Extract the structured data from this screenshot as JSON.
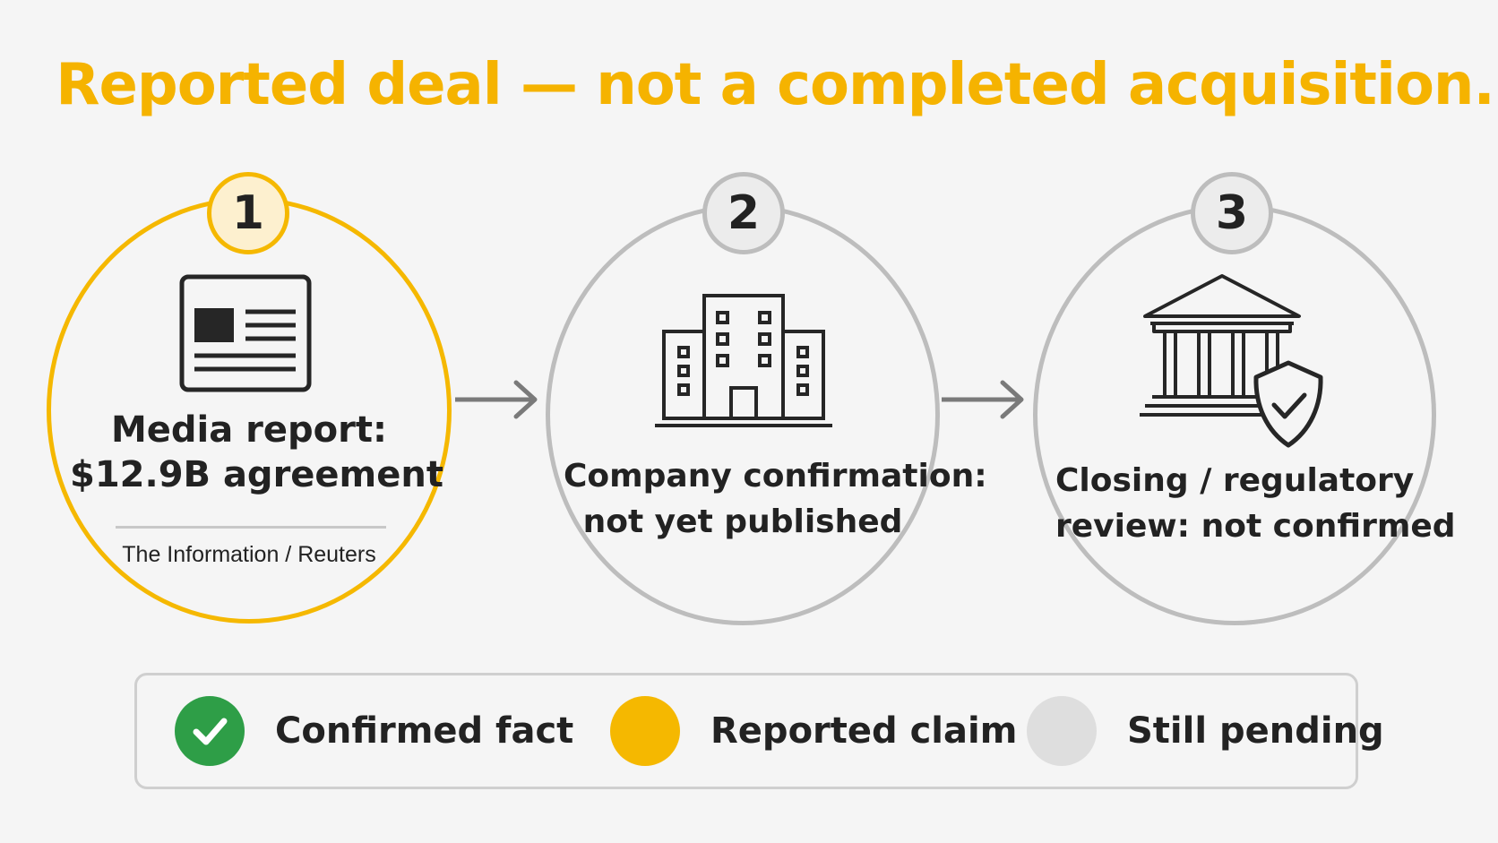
{
  "title": "Reported deal — not a completed acquisition.",
  "steps": [
    {
      "number": "1",
      "icon": "newspaper-icon",
      "status": "reported",
      "line1": "Media report:",
      "line2": "$12.9B agreement",
      "source": "The Information / Reuters"
    },
    {
      "number": "2",
      "icon": "office-building-icon",
      "status": "pending",
      "line1": "Company confirmation:",
      "line2": "not yet published"
    },
    {
      "number": "3",
      "icon": "government-building-shield-icon",
      "status": "pending",
      "line1": "Closing / regulatory",
      "line2": "review: not confirmed"
    }
  ],
  "legend": {
    "items": [
      {
        "label": "Confirmed fact",
        "icon": "check-icon",
        "color": "#2e9e47"
      },
      {
        "label": "Reported claim",
        "color": "#f5b800"
      },
      {
        "label": "Still pending",
        "color": "#dedede"
      }
    ]
  },
  "colors": {
    "accent": "#f5b800",
    "pending": "#bdbdbd",
    "confirmed": "#2e9e47"
  }
}
